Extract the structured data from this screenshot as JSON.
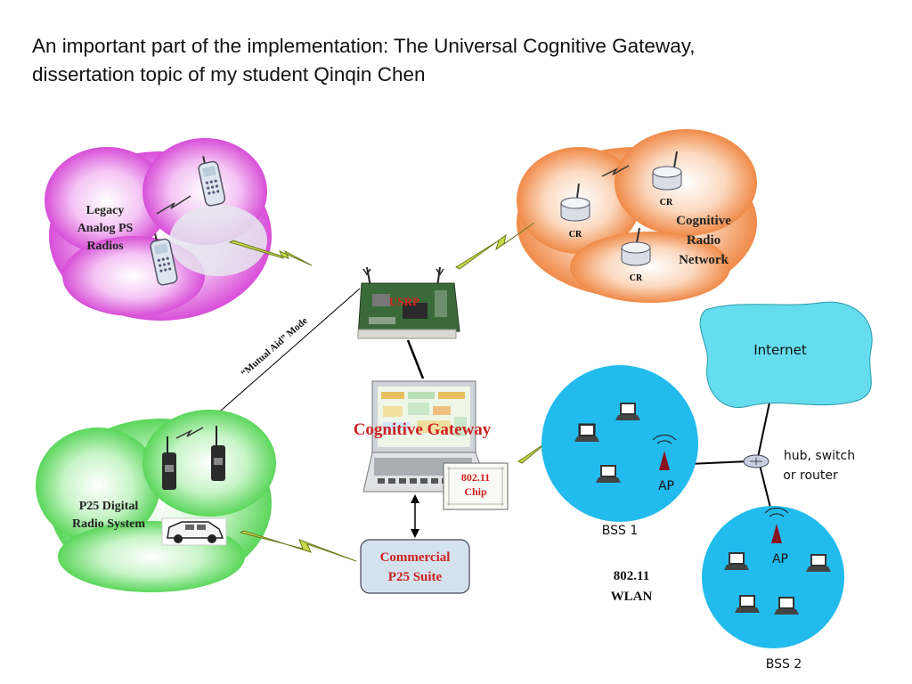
{
  "title": {
    "line1": "An important part of the implementation: The Universal Cognitive Gateway,",
    "line2": "dissertation topic of my student Qinqin Chen"
  },
  "legacy": {
    "line1": "Legacy",
    "line2": "Analog PS",
    "line3": "Radios"
  },
  "cognitive_network": {
    "line1": "Cognitive",
    "line2": "Radio",
    "line3": "Network",
    "node_label": "CR"
  },
  "usrp": {
    "label": "USRP"
  },
  "mutual_aid": {
    "label": "“Mutual Aid” Mode"
  },
  "gateway": {
    "label": "Cognitive Gateway",
    "chip_line1": "802.11",
    "chip_line2": "Chip"
  },
  "p25": {
    "line1": "P25 Digital",
    "line2": "Radio System"
  },
  "commercial": {
    "line1": "Commercial",
    "line2": "P25 Suite"
  },
  "internet": {
    "label": "Internet"
  },
  "hub": {
    "line1": "hub, switch",
    "line2": "or router"
  },
  "bss1": {
    "label": "BSS 1",
    "ap": "AP"
  },
  "bss2": {
    "label": "BSS 2",
    "ap": "AP"
  },
  "wlan": {
    "line1": "802.11",
    "line2": "WLAN"
  },
  "colors": {
    "legacy_cloud": "#e060e0",
    "cr_cloud": "#f5a060",
    "p25_cloud": "#70dd70",
    "bss": "#22bbee",
    "internet": "#66ddee",
    "gateway_text": "#cc2222",
    "bolt": "#c8d84a"
  }
}
